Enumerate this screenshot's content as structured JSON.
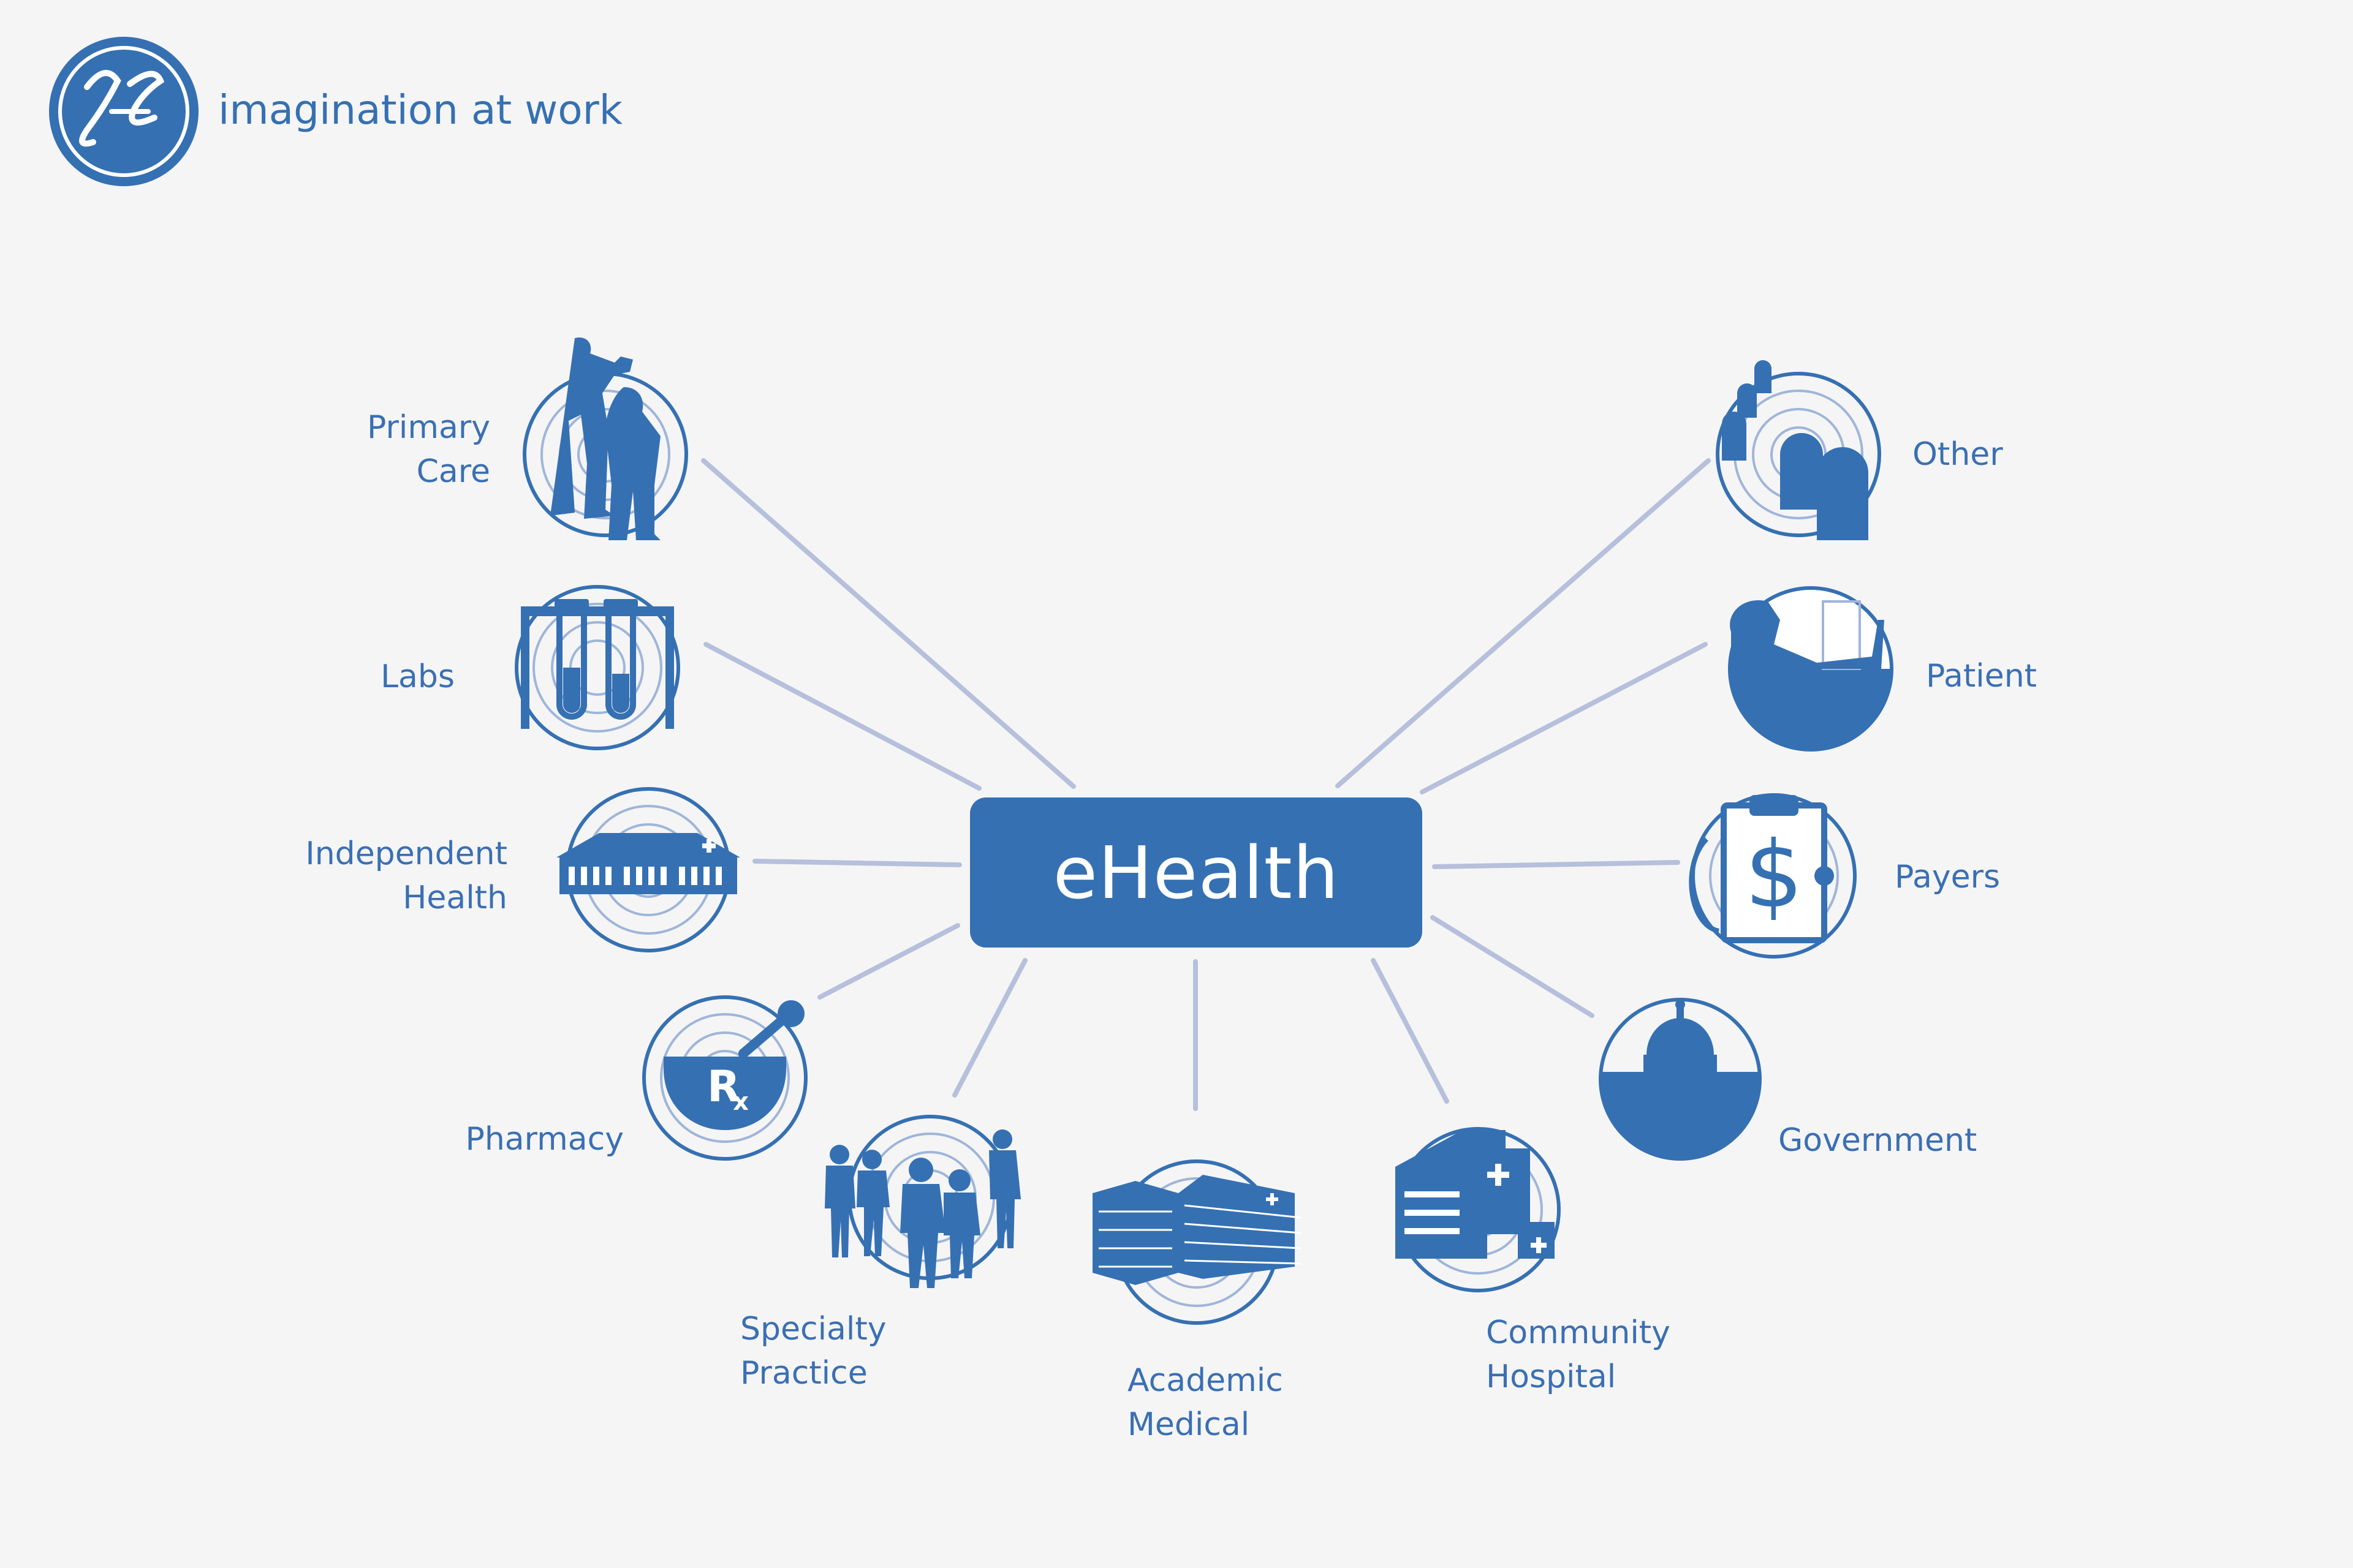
{
  "brand": {
    "logo_text": "GE",
    "tagline": "imagination at work",
    "color": "#3570b2"
  },
  "hub": {
    "label": "eHealth",
    "color": "#3570b2"
  },
  "connector_color": "#b6c0dc",
  "nodes": {
    "primary_care": {
      "lines": [
        "Primary",
        "Care"
      ],
      "icon": "doctor-examining-child-icon"
    },
    "labs": {
      "lines": [
        "Labs"
      ],
      "icon": "test-tubes-icon"
    },
    "independent_health": {
      "lines": [
        "Independent",
        "Health"
      ],
      "icon": "clinic-building-icon"
    },
    "pharmacy": {
      "lines": [
        "Pharmacy"
      ],
      "icon": "mortar-pestle-rx-icon"
    },
    "specialty_practice": {
      "lines": [
        "Specialty",
        "Practice"
      ],
      "icon": "medical-team-icon"
    },
    "academic_medical": {
      "lines": [
        "Academic",
        "Medical"
      ],
      "icon": "medical-center-building-icon"
    },
    "community_hospital": {
      "lines": [
        "Community",
        "Hospital"
      ],
      "icon": "hospital-building-icon"
    },
    "government": {
      "lines": [
        "Government"
      ],
      "icon": "capitol-dome-icon"
    },
    "payers": {
      "lines": [
        "Payers"
      ],
      "icon": "clipboard-dollar-icon"
    },
    "patient": {
      "lines": [
        "Patient"
      ],
      "icon": "patient-at-computer-icon"
    },
    "other": {
      "lines": [
        "Other"
      ],
      "icon": "other-shapes-icon"
    }
  }
}
